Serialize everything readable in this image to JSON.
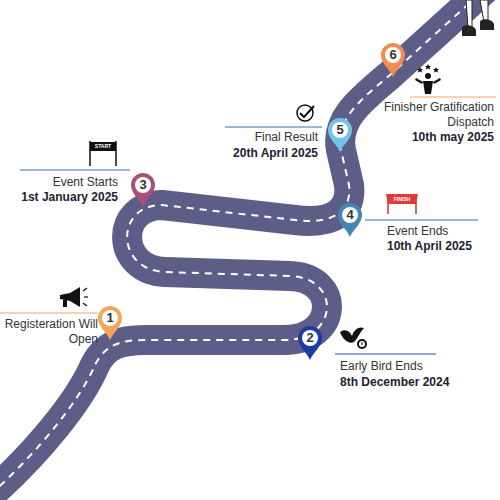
{
  "diagram": {
    "nodes": [
      {
        "text": [
          "1"
        ]
      },
      {
        "text": [
          "2"
        ]
      },
      {
        "text": [
          "3"
        ]
      },
      {
        "text": [
          "4"
        ]
      },
      {
        "text": [
          "5"
        ]
      },
      {
        "text": [
          "6"
        ]
      }
    ],
    "labels": [
      "Registeration Will Open",
      "Early Bird Ends",
      "8th December 2024",
      "Event Starts",
      "1st January 2025",
      "START",
      "Event Ends",
      "10th April 2025",
      "FINISH",
      "Final Result",
      "20th April 2025",
      "Finisher Gratification Dispatch",
      "10th may 2025"
    ]
  }
}
